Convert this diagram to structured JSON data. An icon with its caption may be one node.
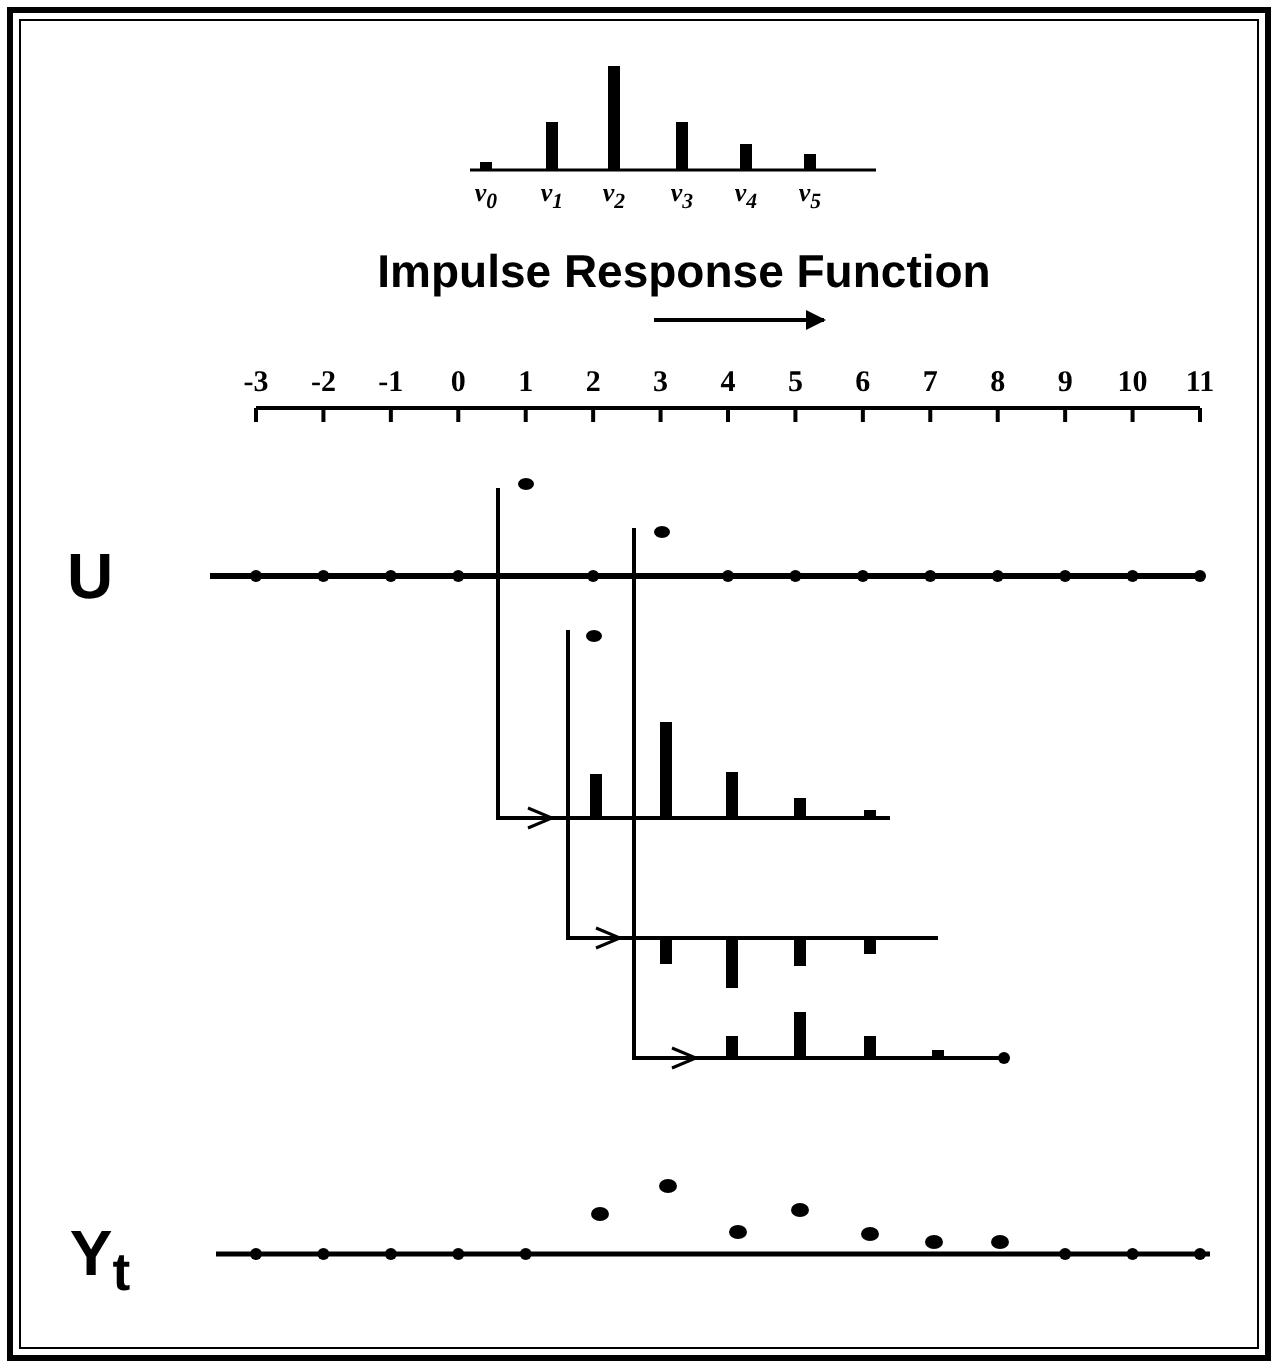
{
  "diagram": {
    "title": "Impulse Response Function",
    "labels": [
      "v$_{0}$",
      "v$_{1}$",
      "v$_{2}$",
      "v$_{3}$",
      "v$_{4}$",
      "v$_{5}$",
      "-3",
      "-2",
      "-1",
      "0",
      "1",
      "2",
      "3",
      "4",
      "5",
      "6",
      "7",
      "8",
      "9",
      "10",
      "11",
      "U",
      "Y$_{t}$"
    ]
  }
}
